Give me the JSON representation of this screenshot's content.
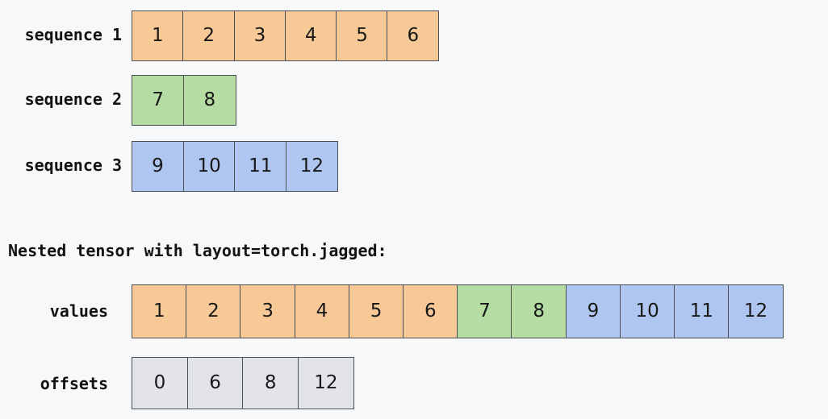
{
  "figure": {
    "background": "#f7f8f9",
    "caption": "Nested tensor with layout=torch.jagged:",
    "colors": {
      "orange": "#f7c997",
      "green": "#b5dca3",
      "blue": "#aec6f0",
      "gray": "#e2e4e9",
      "border": "#4a5056",
      "text": "#181818"
    }
  },
  "chart_data": {
    "type": "table",
    "title": "Nested tensor with layout=torch.jagged:",
    "sequences": [
      {
        "label": "sequence 1",
        "values": [
          1,
          2,
          3,
          4,
          5,
          6
        ],
        "color": "orange"
      },
      {
        "label": "sequence 2",
        "values": [
          7,
          8
        ],
        "color": "green"
      },
      {
        "label": "sequence 3",
        "values": [
          9,
          10,
          11,
          12
        ],
        "color": "blue"
      }
    ],
    "jagged": {
      "values": {
        "label": "values",
        "data": [
          1,
          2,
          3,
          4,
          5,
          6,
          7,
          8,
          9,
          10,
          11,
          12
        ],
        "colors": [
          "orange",
          "orange",
          "orange",
          "orange",
          "orange",
          "orange",
          "green",
          "green",
          "blue",
          "blue",
          "blue",
          "blue"
        ]
      },
      "offsets": {
        "label": "offsets",
        "data": [
          0,
          6,
          8,
          12
        ],
        "color": "gray"
      }
    }
  },
  "rows": {
    "seq1": {
      "label": "sequence 1",
      "cells": [
        {
          "text": "1",
          "color": "orange"
        },
        {
          "text": "2",
          "color": "orange"
        },
        {
          "text": "3",
          "color": "orange"
        },
        {
          "text": "4",
          "color": "orange"
        },
        {
          "text": "5",
          "color": "orange"
        },
        {
          "text": "6",
          "color": "orange"
        }
      ]
    },
    "seq2": {
      "label": "sequence 2",
      "cells": [
        {
          "text": "7",
          "color": "green"
        },
        {
          "text": "8",
          "color": "green"
        }
      ]
    },
    "seq3": {
      "label": "sequence 3",
      "cells": [
        {
          "text": "9",
          "color": "blue"
        },
        {
          "text": "10",
          "color": "blue"
        },
        {
          "text": "11",
          "color": "blue"
        },
        {
          "text": "12",
          "color": "blue"
        }
      ]
    },
    "values": {
      "label": "values",
      "cells": [
        {
          "text": "1",
          "color": "orange"
        },
        {
          "text": "2",
          "color": "orange"
        },
        {
          "text": "3",
          "color": "orange"
        },
        {
          "text": "4",
          "color": "orange"
        },
        {
          "text": "5",
          "color": "orange"
        },
        {
          "text": "6",
          "color": "orange"
        },
        {
          "text": "7",
          "color": "green"
        },
        {
          "text": "8",
          "color": "green"
        },
        {
          "text": "9",
          "color": "blue"
        },
        {
          "text": "10",
          "color": "blue"
        },
        {
          "text": "11",
          "color": "blue"
        },
        {
          "text": "12",
          "color": "blue"
        }
      ]
    },
    "offsets": {
      "label": "offsets",
      "cells": [
        {
          "text": "0",
          "color": "gray"
        },
        {
          "text": "6",
          "color": "gray"
        },
        {
          "text": "8",
          "color": "gray"
        },
        {
          "text": "12",
          "color": "gray"
        }
      ]
    }
  }
}
